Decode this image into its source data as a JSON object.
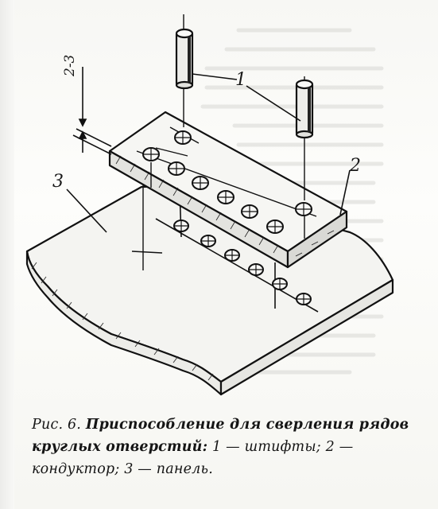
{
  "diagram": {
    "labels": {
      "pin_label": "1",
      "conductor_label": "2",
      "panel_label": "3",
      "gap_dimension": "2-3"
    }
  },
  "caption": {
    "figure_number": "Рис. 6.",
    "title": "Приспособление для сверления рядов круглых отверстий:",
    "legend_line": "1 — штифты; 2 — кондуктор; 3 — панель."
  }
}
